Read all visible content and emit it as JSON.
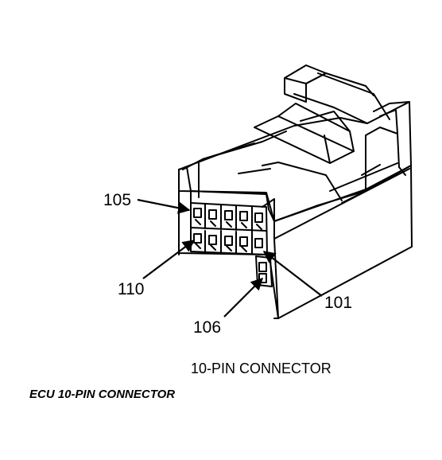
{
  "diagram": {
    "callouts": {
      "pin_105": "105",
      "pin_110": "110",
      "pin_106": "106",
      "pin_101": "101"
    },
    "caption": "10-PIN CONNECTOR",
    "title": "ECU 10-PIN CONNECTOR"
  },
  "colors": {
    "ink": "#000000",
    "background": "#ffffff"
  }
}
